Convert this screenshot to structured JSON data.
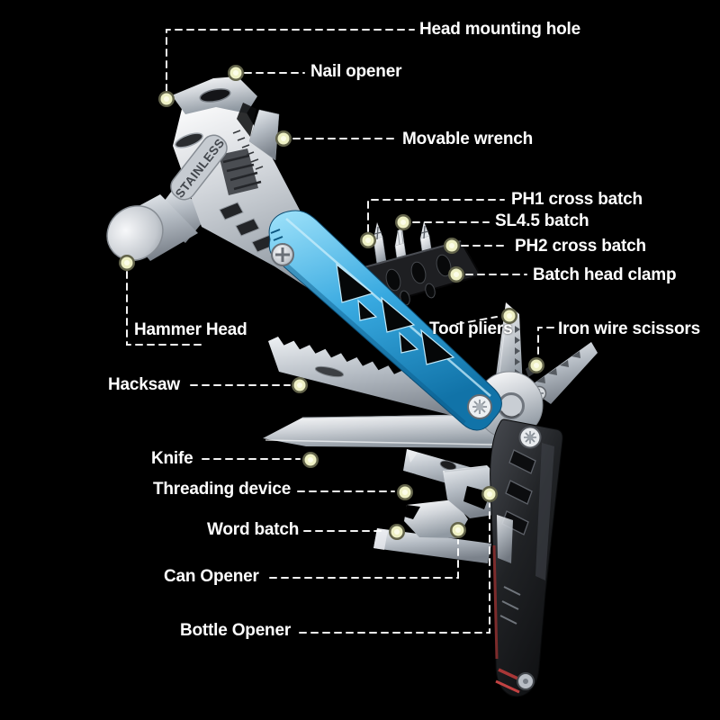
{
  "title": "Multifunction hammer multi-tool annotated product image",
  "engraving": "STAINLESS",
  "labels": [
    {
      "id": "head-mounting-hole",
      "text": "Head mounting hole"
    },
    {
      "id": "nail-opener",
      "text": "Nail opener"
    },
    {
      "id": "movable-wrench",
      "text": "Movable wrench"
    },
    {
      "id": "ph1-cross-batch",
      "text": "PH1 cross batch"
    },
    {
      "id": "sl45-batch",
      "text": "SL4.5 batch"
    },
    {
      "id": "ph2-cross-batch",
      "text": "PH2 cross batch"
    },
    {
      "id": "batch-head-clamp",
      "text": "Batch head clamp"
    },
    {
      "id": "tool-pliers",
      "text": "Tool pliers"
    },
    {
      "id": "iron-wire-scissors",
      "text": "Iron wire scissors"
    },
    {
      "id": "hammer-head",
      "text": "Hammer Head"
    },
    {
      "id": "hacksaw",
      "text": "Hacksaw"
    },
    {
      "id": "knife",
      "text": "Knife"
    },
    {
      "id": "threading-device",
      "text": "Threading device"
    },
    {
      "id": "word-batch",
      "text": "Word batch"
    },
    {
      "id": "can-opener",
      "text": "Can Opener"
    },
    {
      "id": "bottle-opener",
      "text": "Bottle Opener"
    }
  ],
  "colors": {
    "background": "#000000",
    "label_text": "#ffffff",
    "leader_line": "#ffffff",
    "dot_center": "#f2f3cf",
    "dot_ring": "#62634a",
    "handle_blue": "#2f9fd6",
    "handle_black": "#232427",
    "metal_silver": "#d9dde2",
    "accent_red": "#a83737"
  }
}
